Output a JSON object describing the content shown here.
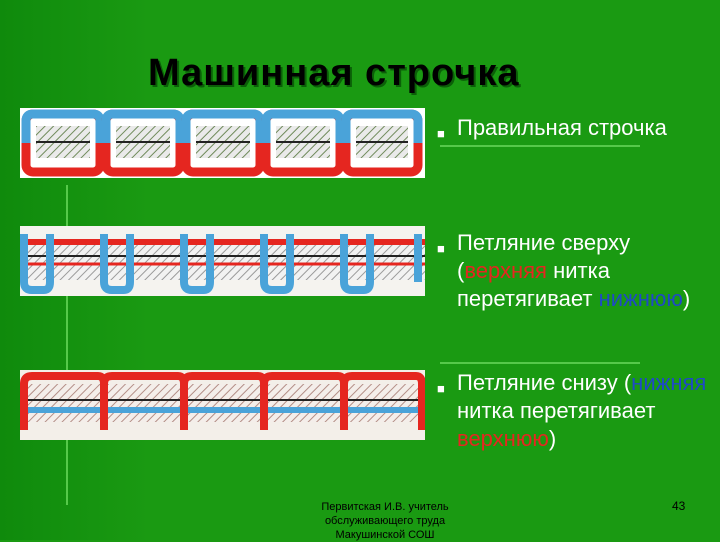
{
  "slide": {
    "title": "Машинная строчка",
    "bullets": [
      {
        "text": "Правильная строчка"
      },
      {
        "prefix": "Петляние сверху (",
        "red": "верхняя",
        "middle": " нитка перетягивает ",
        "blue": "нижнюю",
        "suffix": ")"
      },
      {
        "prefix": "Петляние снизу (",
        "blue": "нижняя",
        "middle": " нитка перетягивает ",
        "red": "верхнюю",
        "suffix": ")"
      }
    ],
    "footer": "Первитская И.В. учитель обслуживающего труда Макушинской СОШ",
    "page_number": "43"
  },
  "colors": {
    "background": "#1a9a12",
    "upper_thread": "#e52620",
    "lower_thread": "#4aa3d9"
  }
}
